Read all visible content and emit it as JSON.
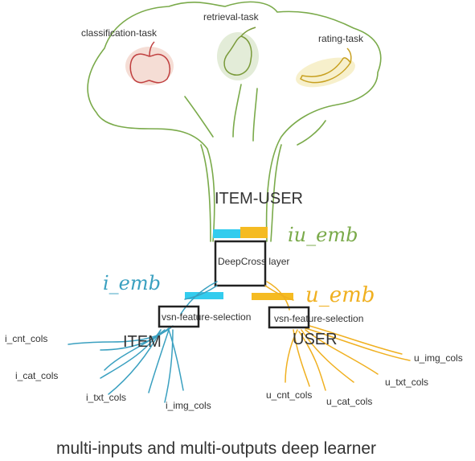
{
  "tasks": {
    "classification": "classification-task",
    "retrieval": "retrieval-task",
    "rating": "rating-task"
  },
  "joint_label": "ITEM-USER",
  "embeddings": {
    "joint": "iu_emb",
    "item": "i_emb",
    "user": "u_emb"
  },
  "layers": {
    "deepcross": "DeepCross layer",
    "vsn_item": "vsn-feature-selection",
    "vsn_user": "vsn-feature-selection"
  },
  "branches": {
    "item": "ITEM",
    "user": "USER"
  },
  "item_inputs": [
    "i_cnt_cols",
    "i_cat_cols",
    "i_txt_cols",
    "i_img_cols"
  ],
  "user_inputs": [
    "u_img_cols",
    "u_txt_cols",
    "u_cnt_cols",
    "u_cat_cols"
  ],
  "caption": "multi-inputs and multi-outputs deep learner",
  "colors": {
    "tree": "#7aaa4a",
    "item_roots": "#3aa0c0",
    "user_roots": "#f0b020",
    "item_bar": "#33ccee",
    "user_bar": "#f5bb22",
    "box": "#222222",
    "apple_fill": "#f5ddd5",
    "apple_stroke": "#c04040",
    "pear_fill": "#e3ecd8",
    "pear_stroke": "#7a9a3a",
    "banana_fill": "#f7f0cc",
    "banana_stroke": "#c8a020"
  }
}
